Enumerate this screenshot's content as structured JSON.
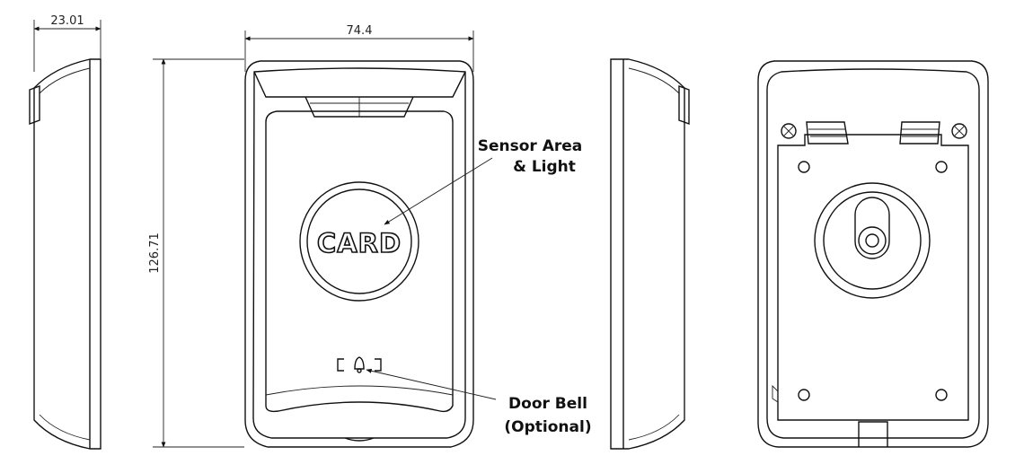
{
  "dimensions": {
    "depth": "23.01",
    "width": "74.4",
    "height": "126.71"
  },
  "front": {
    "button_label": "CARD"
  },
  "callouts": {
    "sensor_line1": "Sensor Area",
    "sensor_line2": "& Light",
    "bell_line1": "Door Bell",
    "bell_line2": "(Optional)"
  }
}
